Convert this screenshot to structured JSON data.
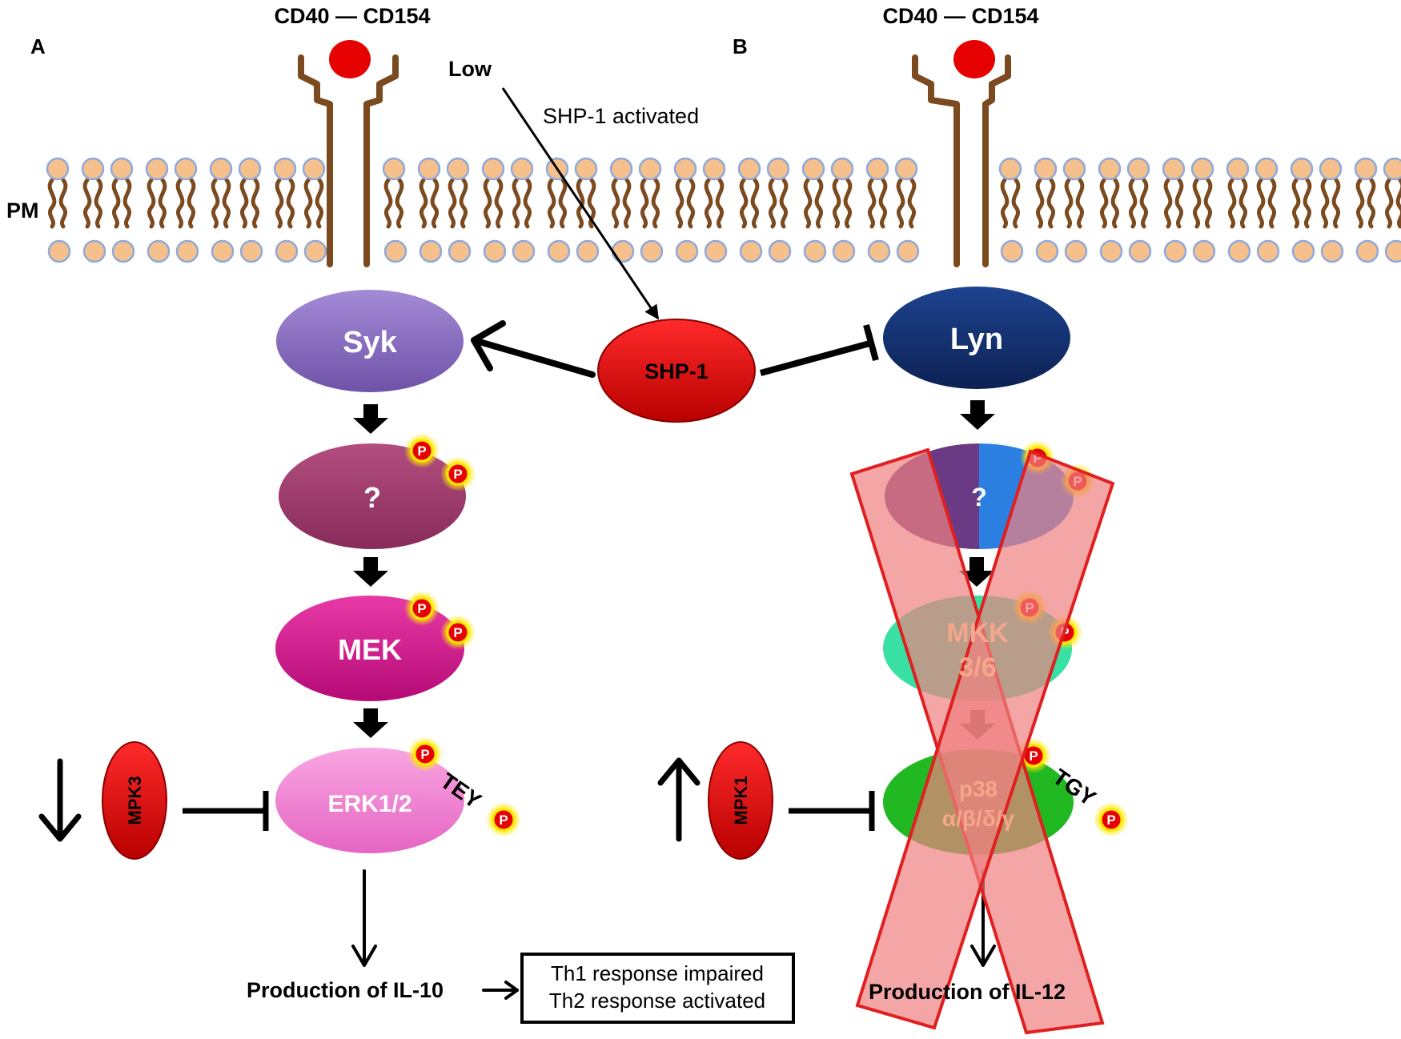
{
  "panels": {
    "a": {
      "letter": "A",
      "receptor": "CD40 — CD154",
      "ligand_level": "Low",
      "nodes": {
        "syk": "Syk",
        "unknown": "?",
        "mek": "MEK",
        "erk": "ERK1/2",
        "motif": "TEY",
        "phosphatase": "MPK3"
      },
      "output": "Production of IL-10",
      "outcome": [
        "Th1 response impaired",
        "Th2 response activated"
      ]
    },
    "b": {
      "letter": "B",
      "receptor": "CD40 — CD154",
      "nodes": {
        "lyn": "Lyn",
        "unknown": "?",
        "mkk_line1": "MKK",
        "mkk_line2": "3/6",
        "p38_line1": "p38",
        "p38_line2": "α/β/δ/γ",
        "motif": "TGY",
        "phosphatase": "MPK1"
      },
      "output": "Production of IL-12"
    }
  },
  "membrane_label": "PM",
  "shp1": {
    "label": "SHP-1",
    "annotation": "SHP-1 activated"
  },
  "phospho_label": "P",
  "colors": {
    "membrane_head": "#f6c08c",
    "membrane_head_stroke": "#8eaadb",
    "lipid_tail": "#7b4a1e",
    "receptor": "#7b4a1e",
    "ligand": "#e60000",
    "syk": "#8e6fc1",
    "unknown_a": "#9e3a6a",
    "mek": "#d4118c",
    "erk": "#f27fd0",
    "lyn": "#132f6e",
    "unknown_b_left": "#6d3c86",
    "unknown_b_right": "#2277dd",
    "mkk": "#38e0a4",
    "p38": "#22b822",
    "red_node": "#e60000",
    "inhibition_cross": "#f08080",
    "cross_stroke": "#e02020"
  }
}
